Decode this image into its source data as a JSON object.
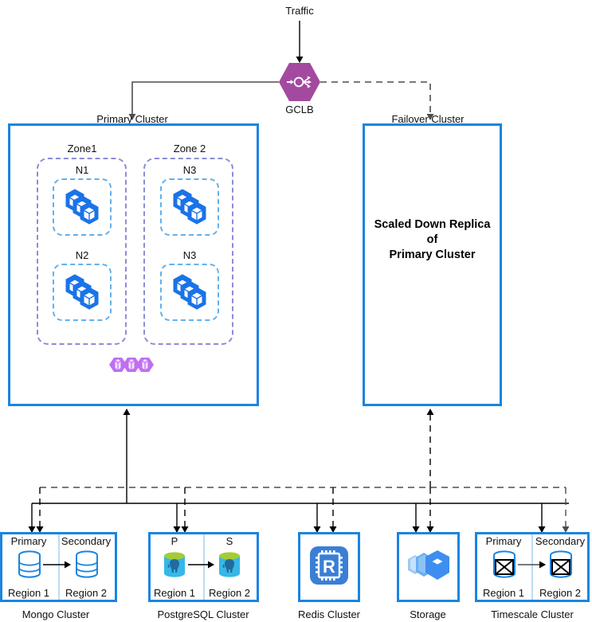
{
  "diagram": {
    "traffic_label": "Traffic",
    "gclb_label": "GCLB",
    "gclb_icon": "load-balancer-icon",
    "gclb_color": "#a3499f",
    "cluster_border_color": "#1a85e0",
    "zone_border_color": "#8c8cd9",
    "node_border_color": "#62b0ec"
  },
  "primary_cluster": {
    "title": "Primary Cluster",
    "pods_icon": "kubernetes-pods-purple-icon",
    "zones": [
      {
        "label": "Zone1",
        "nodes": [
          {
            "label": "N1",
            "icon": "kubernetes-pods-blue-icon"
          },
          {
            "label": "N2",
            "icon": "kubernetes-pods-blue-icon"
          }
        ]
      },
      {
        "label": "Zone 2",
        "nodes": [
          {
            "label": "N3",
            "icon": "kubernetes-pods-blue-icon"
          },
          {
            "label": "N3",
            "icon": "kubernetes-pods-blue-icon"
          }
        ]
      }
    ]
  },
  "failover_cluster": {
    "title": "Failover Cluster",
    "body_line1": "Scaled Down Replica",
    "body_line2": "of",
    "body_line3": "Primary Cluster"
  },
  "datastores": [
    {
      "caption": "Mongo Cluster",
      "kind": "split",
      "icon": "mongodb-cylinder-icon",
      "left_role": "Primary",
      "right_role": "Secondary",
      "left_region": "Region 1",
      "right_region": "Region 2"
    },
    {
      "caption": "PostgreSQL Cluster",
      "kind": "split",
      "icon": "postgresql-elephant-icon",
      "left_role": "P",
      "right_role": "S",
      "left_region": "Region 1",
      "right_region": "Region 2"
    },
    {
      "caption": "Redis Cluster",
      "kind": "single",
      "icon": "redis-chip-icon"
    },
    {
      "caption": "Storage",
      "kind": "single",
      "icon": "gcp-storage-cubes-icon"
    },
    {
      "caption": "Timescale Cluster",
      "kind": "split",
      "icon": "timescale-cylinder-icon",
      "left_role": "Primary",
      "right_role": "Secondary",
      "left_region": "Region 1",
      "right_region": "Region 2"
    }
  ]
}
